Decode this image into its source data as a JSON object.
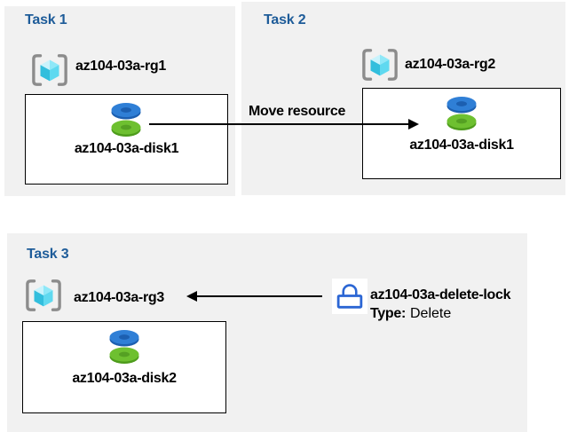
{
  "diagram": {
    "tasks": [
      {
        "title": "Task 1",
        "resource_group": "az104-03a-rg1",
        "disk": "az104-03a-disk1"
      },
      {
        "title": "Task 2",
        "resource_group": "az104-03a-rg2",
        "disk": "az104-03a-disk1"
      },
      {
        "title": "Task 3",
        "resource_group": "az104-03a-rg3",
        "disk": "az104-03a-disk2"
      }
    ],
    "move_arrow_label": "Move resource",
    "lock": {
      "name": "az104-03a-delete-lock",
      "type_label": "Type:",
      "type_value": "Delete"
    },
    "colors": {
      "panel_bg": "#f1f1f1",
      "title_blue": "#1e5c99",
      "lock_blue": "#2b66d4",
      "disk_blue": "#2f7fd6",
      "disk_blue_dark": "#1c5fb0",
      "disk_green": "#6ec030",
      "disk_green_dark": "#4e9c1c",
      "disk_green_hole": "#55a023",
      "cube_top_light": "#c9f3fc",
      "cube_top_mid": "#8fe8f8",
      "cube_face_left": "#32bedd",
      "cube_face_right": "#5fd9f0",
      "bracket_gray": "#8c8c8c"
    }
  }
}
